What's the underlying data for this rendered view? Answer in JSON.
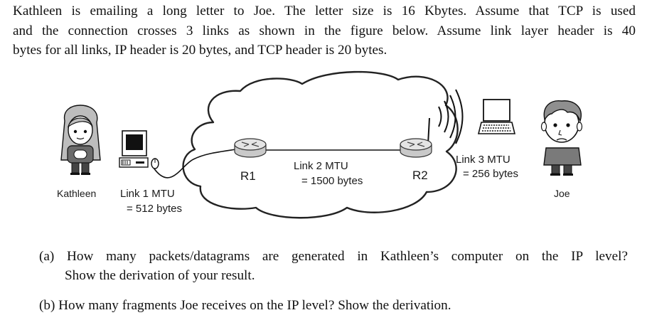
{
  "problem": {
    "intro_lines": [
      "Kathleen is emailing a long letter to Joe. The letter size is 16 Kbytes. Assume that TCP is used",
      "and the connection crosses 3 links as shown in the figure below. Assume link layer header is 40",
      "bytes for all links, IP header is 20 bytes, and TCP header is 20 bytes."
    ],
    "question_a": {
      "line1": "(a) How many packets/datagrams are generated in Kathleen’s computer on the IP level?",
      "line2": "Show the derivation of your result."
    },
    "question_b": "(b) How many fragments Joe receives on the IP level? Show the derivation."
  },
  "figure": {
    "sender_label": "Kathleen",
    "receiver_label": "Joe",
    "router1_label": "R1",
    "router2_label": "R2",
    "link1": {
      "title": "Link 1 MTU",
      "value": "= 512 bytes"
    },
    "link2": {
      "title": "Link 2 MTU",
      "value": "= 1500 bytes"
    },
    "link3": {
      "title": "Link 3 MTU",
      "value": "= 256 bytes"
    }
  }
}
